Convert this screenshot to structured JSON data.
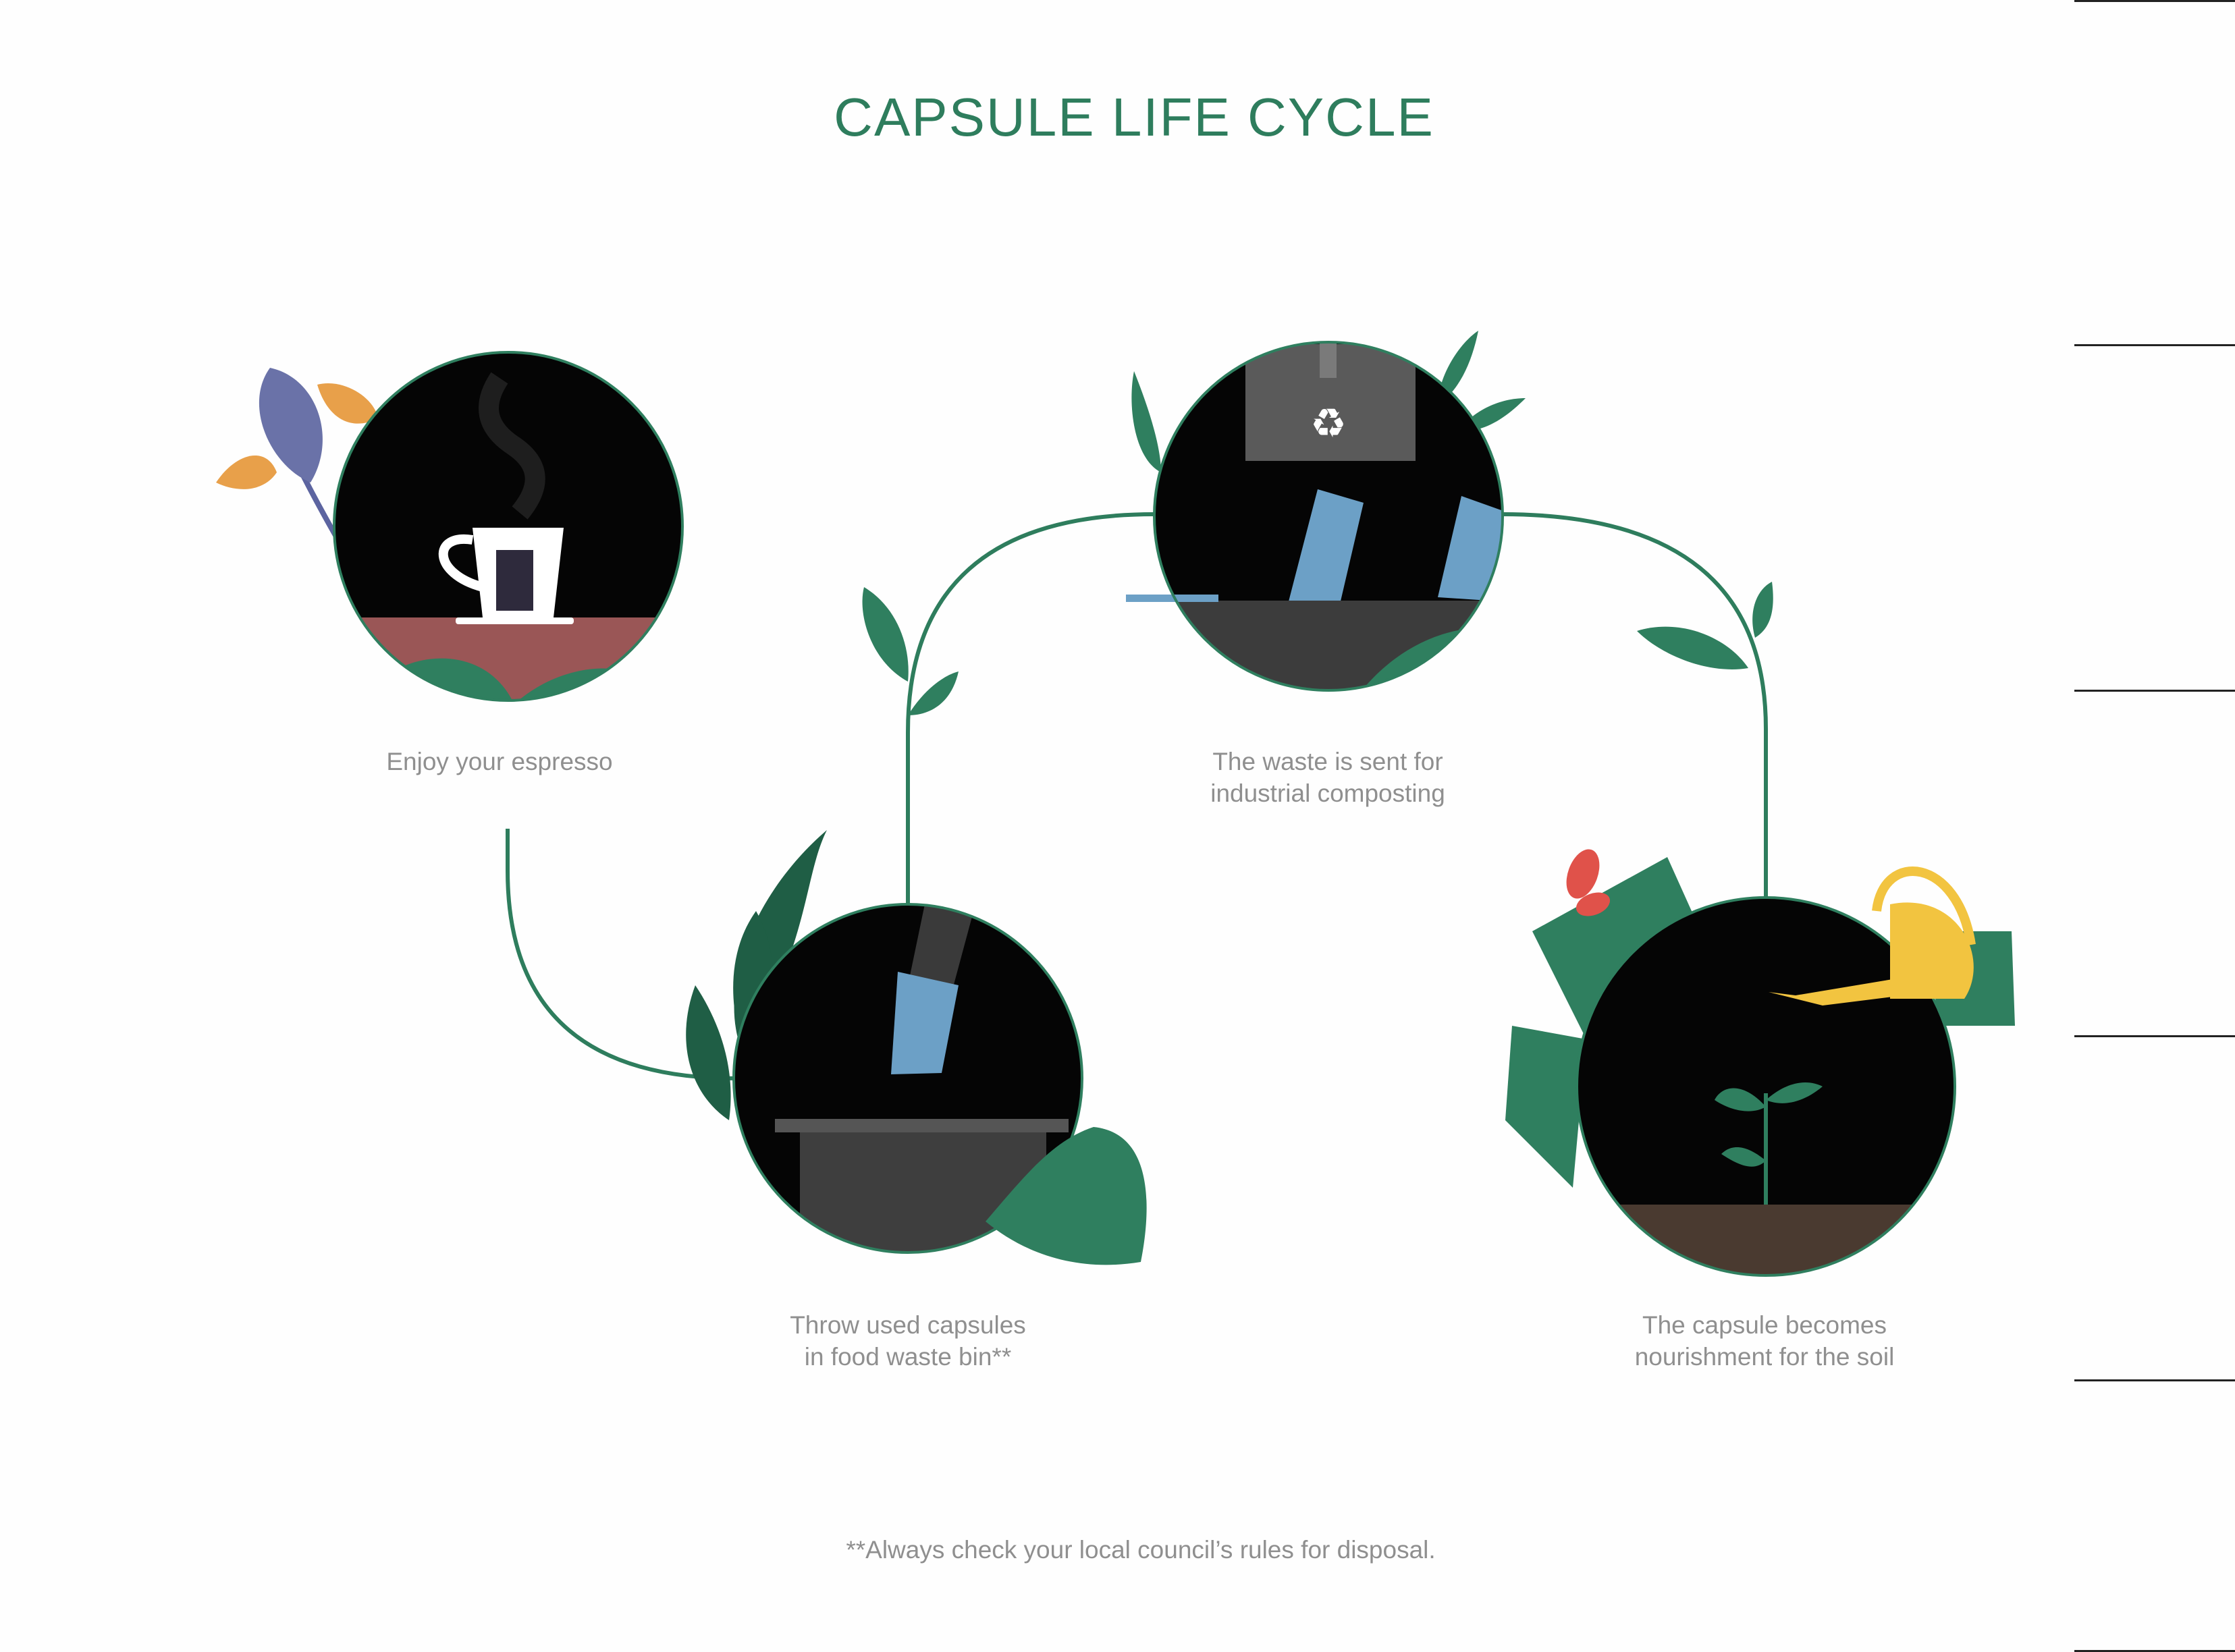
{
  "title": "CAPSULE LIFE CYCLE",
  "steps": [
    {
      "caption": "Enjoy your espresso"
    },
    {
      "caption": "Throw used capsules\nin food waste bin**"
    },
    {
      "caption": "The waste is sent for\nindustrial composting"
    },
    {
      "caption": "The capsule becomes\nnourishment for the soil"
    }
  ],
  "footnote": "**Always check your local council’s rules for disposal.",
  "colors": {
    "accent_green": "#2e7d5d",
    "leaf_dark": "#1f5e45",
    "capsule_blue": "#6ca0c6",
    "caption_gray": "#8f8f8f",
    "circle_bg": "#050505",
    "flower_orange": "#e8a04a",
    "leaf_purple": "#6a72a8",
    "watering_can_yellow": "#f2c440",
    "butterfly_red": "#e0524a",
    "soil_brown": "#4a3a30",
    "table_red": "#9a5656"
  },
  "icons": [
    "coffee-cup-icon",
    "recycle-icon",
    "capsule-icon",
    "watering-can-icon",
    "butterfly-icon",
    "sprout-icon"
  ]
}
